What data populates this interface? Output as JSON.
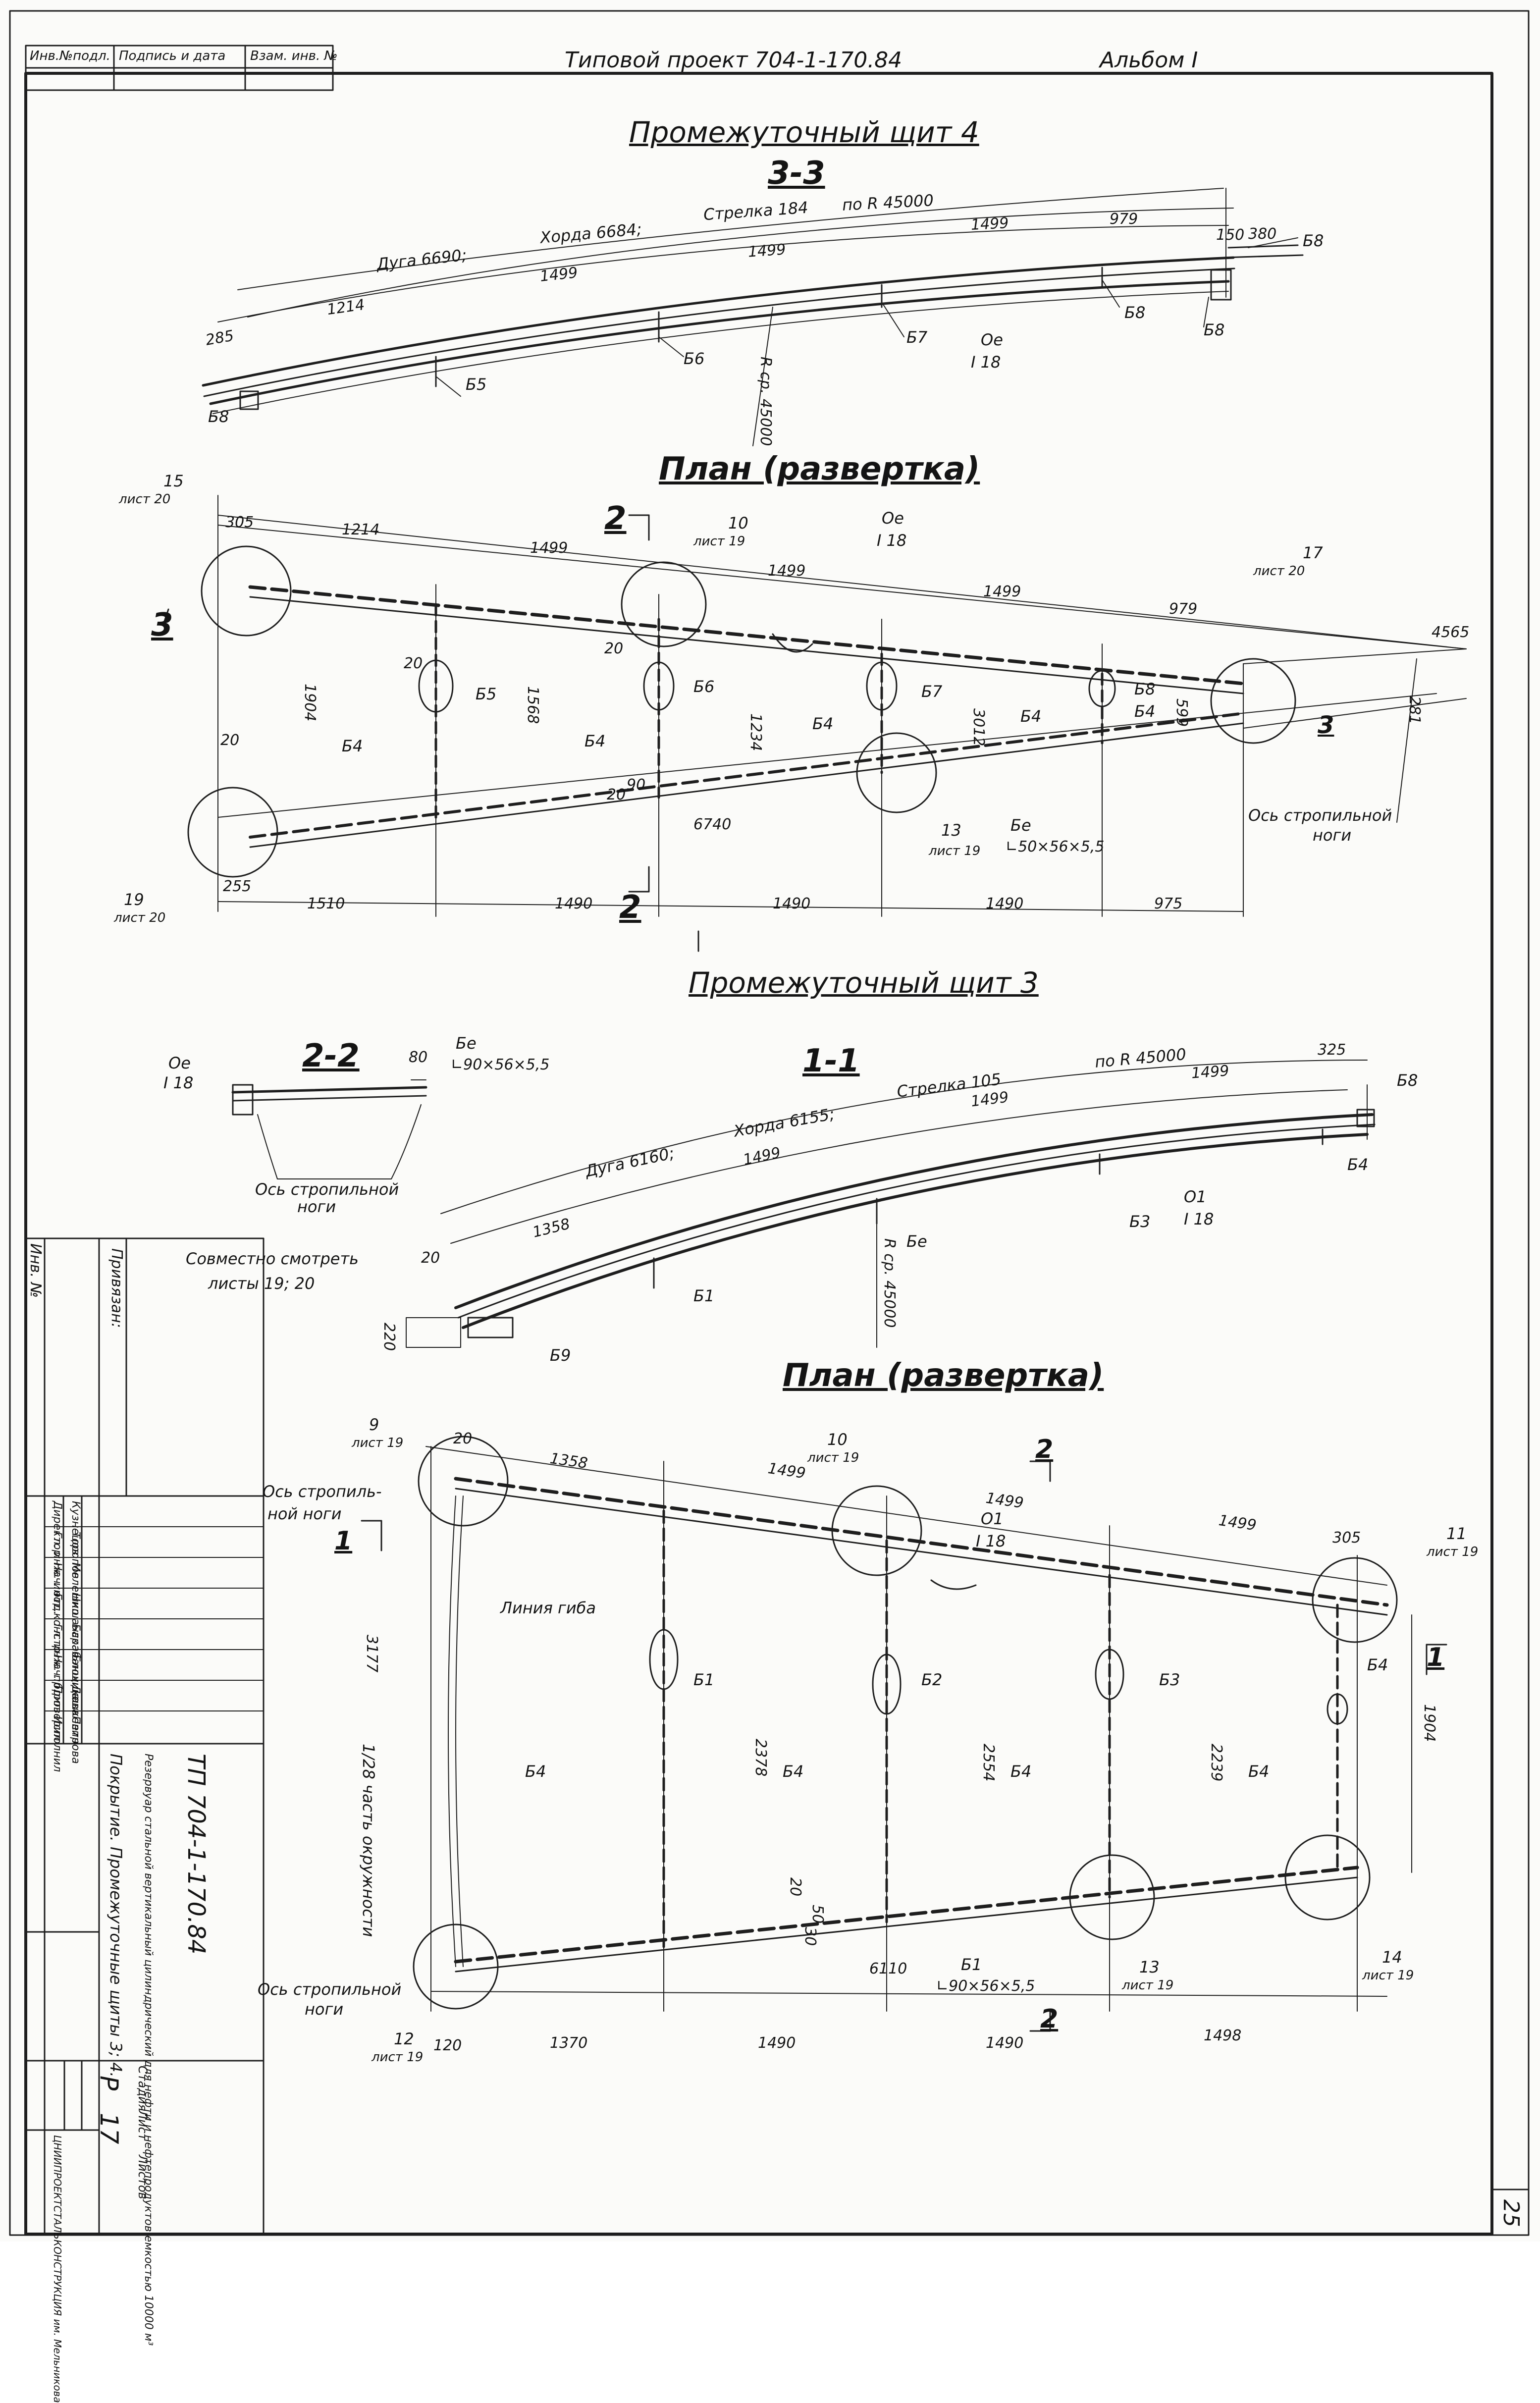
{
  "header": {
    "project": "Типовой проект 704-1-170.84",
    "album": "Альбом I",
    "cells": [
      "Инв.№подл.",
      "Подпись и дата",
      "Взам. инв. №"
    ]
  },
  "shield4": {
    "title": "Промежуточный щит 4",
    "section_33": {
      "label": "3-3",
      "arc": "Дуга 6690;",
      "chord": "Хорда 6684;",
      "sag": "Стрелка 184",
      "radius": "по R 45000",
      "dims": [
        "285",
        "1214",
        "1499",
        "1499",
        "1499",
        "979",
        "150",
        "380"
      ],
      "rlabel": "R ср. 45000",
      "marks": [
        "Б8",
        "Б5",
        "Б6",
        "Б7",
        "Б8",
        "Б8",
        "Б8"
      ],
      "beam": [
        "Ое",
        "I 18"
      ]
    },
    "plan": {
      "title": "План (развертка)",
      "dims_top": [
        "305",
        "1214",
        "1499",
        "1499",
        "1499",
        "979",
        "4565"
      ],
      "dims_bottom": [
        "255",
        "1510",
        "1490",
        "1490",
        "1490",
        "975"
      ],
      "dims_vert": [
        "1904",
        "1568",
        "1234",
        "3012",
        "599",
        "281"
      ],
      "lengths": [
        "20",
        "20",
        "20",
        "20",
        "90",
        "6740"
      ],
      "marks": [
        "Б5",
        "Б6",
        "Б7",
        "Б8",
        "Б4",
        "Б4",
        "Б4",
        "Б4",
        "Б4",
        "Бе"
      ],
      "beam": [
        "Ое",
        "I 18"
      ],
      "angle": "∟50×56×5,5",
      "axis": [
        "Ось стропильной",
        "ноги"
      ],
      "callouts": [
        {
          "num": "15",
          "sheet": "лист 20"
        },
        {
          "num": "10",
          "sheet": "лист 19"
        },
        {
          "num": "17",
          "sheet": "лист 20"
        },
        {
          "num": "13",
          "sheet": "лист 19"
        },
        {
          "num": "19",
          "sheet": "лист 20"
        }
      ],
      "section_marks": [
        "3",
        "3",
        "2",
        "2"
      ]
    }
  },
  "section_22": {
    "label": "2-2",
    "beam": [
      "Ое",
      "I 18"
    ],
    "angle_mark": "Бе",
    "angle": "∟90×56×5,5",
    "dim": "80",
    "axis": [
      "Ось стропильной",
      "ноги"
    ]
  },
  "shield3": {
    "title": "Промежуточный щит 3",
    "section_11": {
      "label": "1-1",
      "arc": "Дуга 6160;",
      "chord": "Хорда 6155;",
      "sag": "Стрелка 105",
      "radius": "по R 45000",
      "dims": [
        "20",
        "1358",
        "1499",
        "1499",
        "1499",
        "325",
        "220"
      ],
      "rlabel": "R ср. 45000",
      "marks": [
        "Б1",
        "Бе",
        "Б3",
        "Б4",
        "Б8",
        "Б9"
      ],
      "beam": [
        "О1",
        "I 18"
      ]
    },
    "note": [
      "Совместно смотреть",
      "листы 19; 20"
    ],
    "plan": {
      "title": "План (развертка)",
      "dims_top": [
        "20",
        "1358",
        "1499",
        "1499",
        "1499",
        "305"
      ],
      "dims_bottom": [
        "120",
        "1370",
        "1490",
        "1490",
        "1498"
      ],
      "dims_vert": [
        "3177",
        "2378",
        "2554",
        "2239",
        "1904",
        "20",
        "50",
        "30"
      ],
      "length": "6110",
      "marks": [
        "Б1",
        "Б2",
        "Б3",
        "Б4",
        "Б4",
        "Б4",
        "Б4",
        "Б4",
        "Б1"
      ],
      "beam": [
        "О1",
        "I 18"
      ],
      "angle": "∟90×56×5,5",
      "curve_label": "Линия гиба",
      "dev_text": "1/28 часть окружности",
      "axis_top": [
        "Ось стропиль-",
        "ной ноги"
      ],
      "axis_bottom": [
        "Ось стропильной",
        "ноги"
      ],
      "callouts": [
        {
          "num": "9",
          "sheet": "лист 19"
        },
        {
          "num": "10",
          "sheet": "лист 19"
        },
        {
          "num": "11",
          "sheet": "лист 19"
        },
        {
          "num": "12",
          "sheet": "лист 19"
        },
        {
          "num": "13",
          "sheet": "лист 19"
        },
        {
          "num": "14",
          "sheet": "лист 19"
        }
      ],
      "section_marks": [
        "1",
        "1",
        "2",
        "2"
      ]
    }
  },
  "title_block": {
    "doc": "ТП 704-1-170.84",
    "desc": "Резервуар стальной вертикальный цилиндрический для нефти и нефтепродуктов емкостью 10000 м³",
    "name": "Покрытие. Промежуточные щиты 3; 4.",
    "stage_label": "Стадия",
    "sheet_label": "Лист",
    "sheets_label": "Листов",
    "stage": "Р",
    "sheet": "17",
    "org": "ЦНИИПРОЕКТСТАЛЬКОНСТРУКЦИЯ им. Мельникова",
    "roles": [
      "Директор",
      "Гл. инж. инст.",
      "Нач. отд.",
      "Гл. констр.",
      "Гл. инж. пр.",
      "Нач. бриг.",
      "Проверил",
      "Исполнил"
    ],
    "names": [
      "Кузнецов",
      "Торопов",
      "Мелешко",
      "Нишанская",
      "Барабанщикова",
      "Блохина",
      "Дашкевич",
      "Петрова"
    ],
    "inv_label": "Инв. №",
    "ref_label": "Привязан:"
  },
  "page_number": "25"
}
